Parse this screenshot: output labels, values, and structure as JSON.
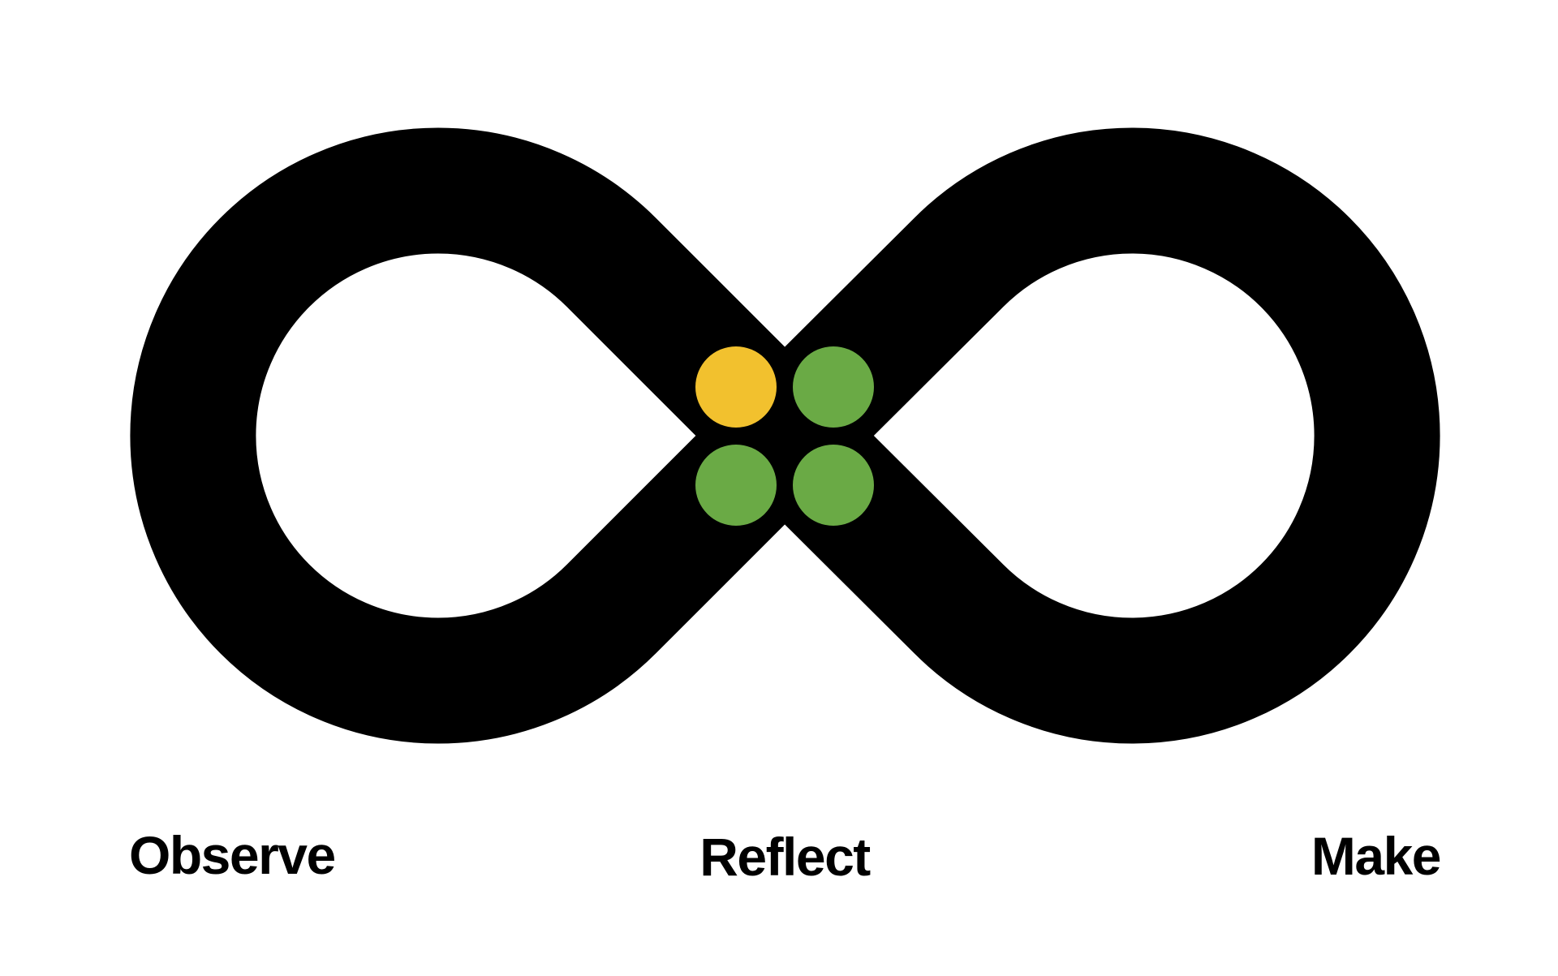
{
  "diagram": {
    "type": "infinity-loop",
    "loop_color": "#000000",
    "background": "#ffffff",
    "dots": [
      {
        "position": "top-left",
        "color": "#F2C12E",
        "state": "highlighted"
      },
      {
        "position": "top-right",
        "color": "#6AAA45"
      },
      {
        "position": "bottom-left",
        "color": "#6AAA45"
      },
      {
        "position": "bottom-right",
        "color": "#6AAA45"
      }
    ],
    "labels": {
      "left": "Observe",
      "center": "Reflect",
      "right": "Make"
    }
  }
}
